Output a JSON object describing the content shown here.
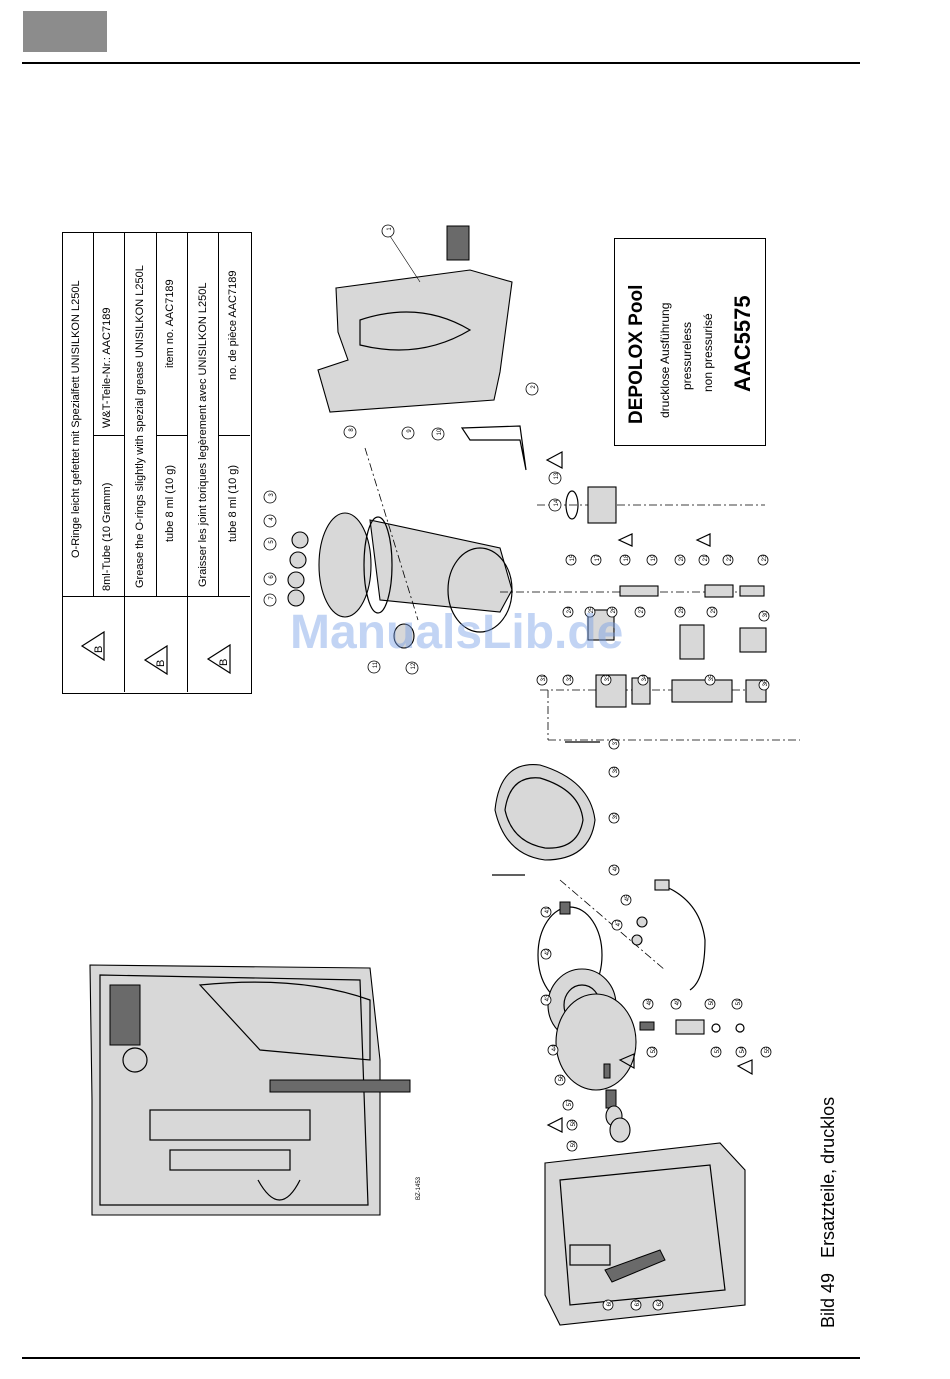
{
  "header": {
    "block_color": "#8c8c8c"
  },
  "grease_note": {
    "warning_symbol_label": "B",
    "de": {
      "text": "O-Ringe leicht gefettet mit Spezialfett UNISILKON L250L",
      "qty": "8ml-Tube (10 Gramm)",
      "item": "W&T-Teile-Nr.: AAC7189"
    },
    "en": {
      "text": "Grease the O-rings slightly with spezial grease UNISILKON L250L",
      "qty": "tube 8 ml (10 g)",
      "item": "item no.  AAC7189"
    },
    "fr": {
      "text": "Graisser les joint toriques legèrement avec UNISILKON L250L",
      "qty": "tube 8 ml (10 g)",
      "item": "no. de pièce AAC7189"
    }
  },
  "product_box": {
    "title": "DEPOLOX Pool",
    "line_de": "drucklose Ausführung",
    "line_en": "pressureless",
    "line_fr": "non pressurisé",
    "code": "AAC5575"
  },
  "drawing": {
    "drawing_no": "BZ-1453",
    "part_labels": [
      "1",
      "2",
      "3",
      "4",
      "5",
      "6",
      "7",
      "8",
      "9",
      "10",
      "11",
      "12",
      "13",
      "14",
      "15",
      "17",
      "18",
      "19",
      "20",
      "21",
      "22",
      "23",
      "24",
      "25",
      "26",
      "27",
      "28",
      "29",
      "30",
      "31",
      "32",
      "33",
      "34",
      "35",
      "36",
      "37",
      "38",
      "39",
      "40",
      "41",
      "42",
      "43",
      "44",
      "45",
      "47",
      "48",
      "49",
      "50",
      "51",
      "52",
      "53",
      "54",
      "55",
      "56",
      "57",
      "58",
      "59",
      "60",
      "61",
      "62",
      "63",
      "64",
      "65",
      "66",
      "67",
      "68",
      "69",
      "70",
      "71",
      "72",
      "73",
      "74",
      "75",
      "76",
      "77",
      "78",
      "79",
      "80",
      "81",
      "82",
      "83",
      "84",
      "85",
      "86",
      "87",
      "88",
      "89",
      "90",
      "91",
      "92",
      "93"
    ]
  },
  "caption": {
    "number": "Bild 49",
    "text": "Ersatzteile, drucklos"
  },
  "watermark": "ManualsLib.de"
}
